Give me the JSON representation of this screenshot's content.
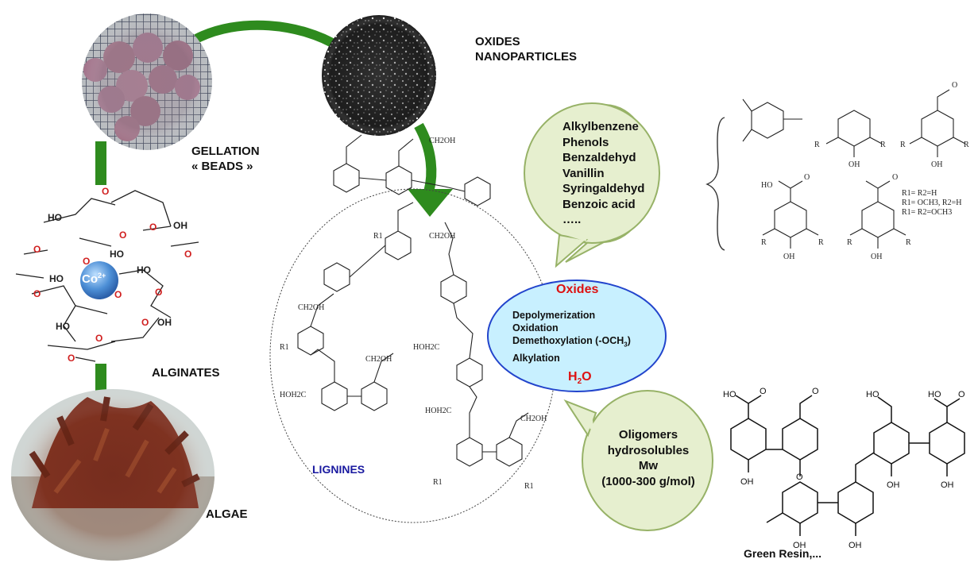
{
  "labels": {
    "oxides_nano": [
      "OXIDES",
      "NANOPARTICLES"
    ],
    "gellation": [
      "GELLATION",
      "« BEADS »"
    ],
    "alginates": "ALGINATES",
    "algae": "ALGAE",
    "lignines": "LIGNINES",
    "green_resin": "Green Resin,...",
    "cobalt": "Co",
    "cobalt_charge": "2+"
  },
  "products_bubble": [
    "Alkylbenzene",
    "Phenols",
    "Benzaldehyd",
    "Vanillin",
    "Syringaldehyd",
    "Benzoic acid",
    "….."
  ],
  "center": {
    "title": "Oxides",
    "steps": [
      "Depolymerization",
      "Oxidation",
      "Demethoxylation (-OCH",
      "Alkylation"
    ],
    "demeth_sub": "3",
    "demeth_end": ")",
    "water_h": "H",
    "water_sub": "2",
    "water_o": "O"
  },
  "oligomers_bubble": [
    "Oligomers",
    "hydrosolubles",
    "Mw",
    "(1000-300 g/mol)"
  ],
  "substituents": {
    "line1": "R1= R2=H",
    "line2": "R1= OCH3, R2=H",
    "line3": "R1= R2=OCH3"
  },
  "colors": {
    "arrow_green": "#2e8b1e",
    "bubble_green_fill": "#e6efcf",
    "bubble_green_stroke": "#97b267",
    "center_fill": "#c8f0ff",
    "center_stroke": "#2244cc",
    "oxides_red": "#dd1111"
  }
}
